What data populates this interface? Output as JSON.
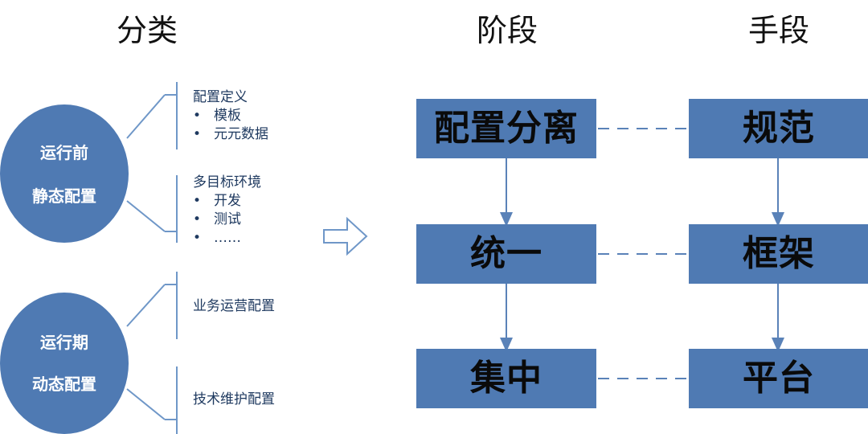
{
  "headings": {
    "category": "分类",
    "stage": "阶段",
    "means": "手段"
  },
  "categories": [
    {
      "line1": "运行前",
      "line2": "静态配置",
      "groups": [
        {
          "title": "配置定义",
          "items": [
            "模板",
            "元元数据"
          ]
        },
        {
          "title": "多目标环境",
          "items": [
            "开发",
            "测试",
            "……"
          ]
        }
      ]
    },
    {
      "line1": "运行期",
      "line2": "动态配置",
      "groups": [
        {
          "title": "业务运营配置",
          "items": []
        },
        {
          "title": "技术维护配置",
          "items": []
        }
      ]
    }
  ],
  "stages": [
    "配置分离",
    "统一",
    "集中"
  ],
  "means": [
    "规范",
    "框架",
    "平台"
  ],
  "colors": {
    "box_fill": "#4f7ab3",
    "connector": "#5a82b8",
    "outline": "#6f97c8"
  }
}
